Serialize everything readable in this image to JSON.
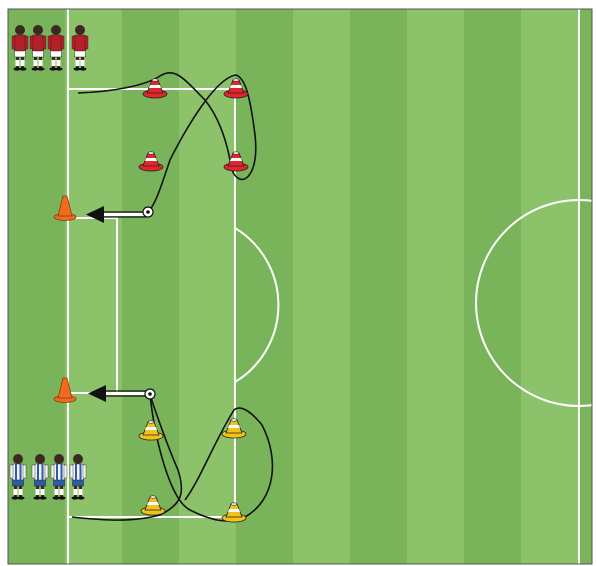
{
  "pitch": {
    "stripe_light": "#8cc26a",
    "stripe_dark": "#79b45a",
    "line_color": "#ffffff",
    "border_color": "#555555"
  },
  "teams": {
    "red": {
      "shirt": "#b3202a",
      "shorts": "#ffffff",
      "skin": "#3a2a20",
      "player_count": 4
    },
    "blue": {
      "shirt": "#f2f2f2",
      "stripes": "#2f5aa8",
      "shorts": "#2f5aa8",
      "skin": "#3a2a20",
      "player_count": 4
    }
  },
  "cones": {
    "red_marker_color": "#e3262c",
    "yellow_marker_color": "#f2c21b",
    "tall_cone_color": "#f26a1f",
    "red_marker_count": 4,
    "yellow_marker_count": 4,
    "tall_cone_count": 2
  },
  "icons": {
    "ball": "soccer-ball-icon",
    "pass_arrow": "pass-arrow-icon",
    "dribble_path": "dribble-path-line"
  }
}
